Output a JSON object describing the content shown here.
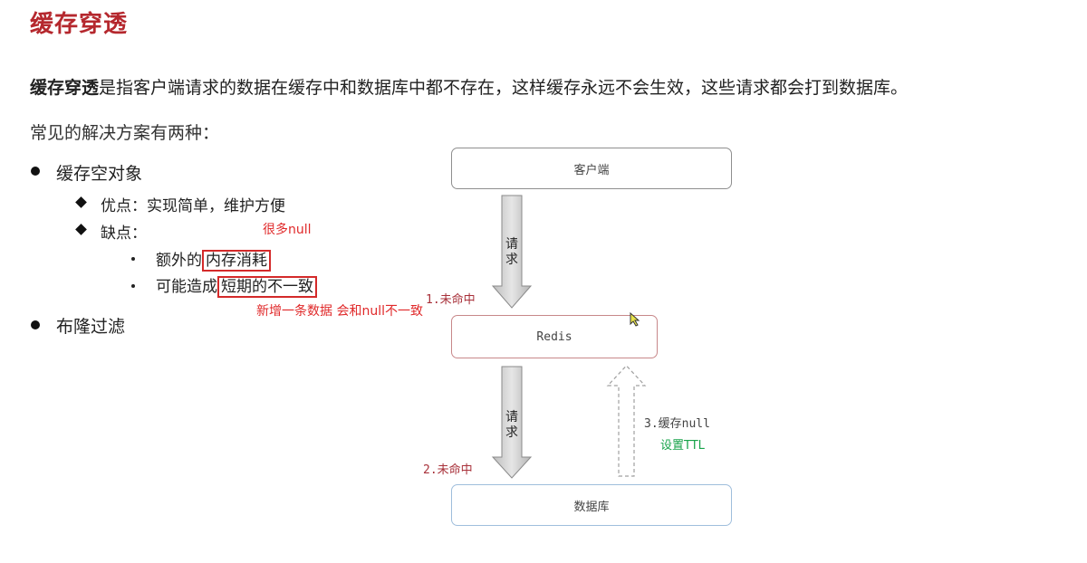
{
  "title": "缓存穿透",
  "intro": {
    "bold_term": "缓存穿透",
    "rest": "是指客户端请求的数据在缓存中和数据库中都不存在，这样缓存永远不会生效，这些请求都会打到数据库。"
  },
  "solutions_heading": "常见的解决方案有两种：",
  "solutions": [
    {
      "label": "缓存空对象",
      "pros": "优点：实现简单，维护方便",
      "cons_label": "缺点：",
      "cons": [
        {
          "prefix": "额外的",
          "boxed": "内存消耗"
        },
        {
          "prefix": "可能造成",
          "boxed": "短期的不一致"
        }
      ]
    },
    {
      "label": "布隆过滤"
    }
  ],
  "annotations": {
    "null_note": "很多null",
    "inconsistency_note": "新增一条数据 会和null不一致"
  },
  "diagram": {
    "client": "客户端",
    "redis": "Redis",
    "database": "数据库",
    "request_arrow_1": "请求",
    "request_arrow_2": "请求",
    "miss_1": "1.未命中",
    "miss_2": "2.未命中",
    "cache_null": "3.缓存null",
    "set_ttl": "设置TTL"
  },
  "colors": {
    "title": "#b5282e",
    "annotation": "#e0292a",
    "diagram_label": "#a8313a",
    "ttl": "#18a34a"
  }
}
